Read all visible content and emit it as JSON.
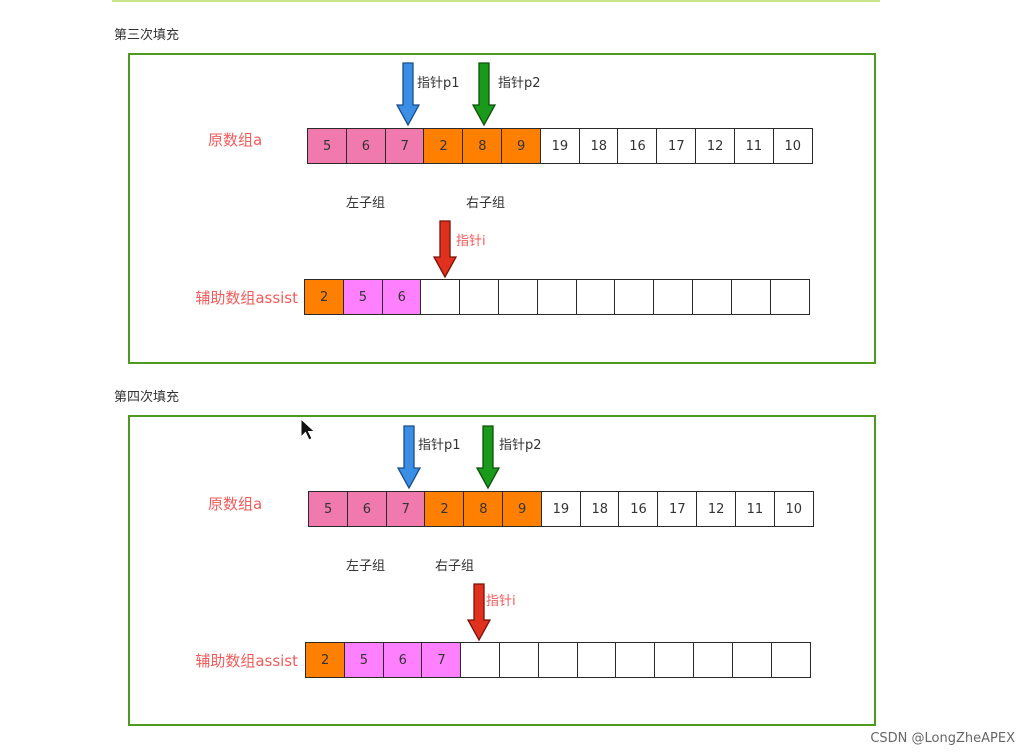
{
  "colors": {
    "left_group": "#f07aae",
    "right_group": "#ff8000",
    "assist_fill": "#ff80ff",
    "empty": "#ffffff",
    "pointer_p1": "#3a8ee6",
    "pointer_p2": "#1a9a1a",
    "pointer_i": "#e0301e",
    "label_red": "#f25a5a",
    "panel_border": "#4e9a1e"
  },
  "panels": [
    {
      "title": "第三次填充",
      "original_label": "原数组a",
      "original_cells": [
        {
          "value": "5",
          "fill": "left_group"
        },
        {
          "value": "6",
          "fill": "left_group"
        },
        {
          "value": "7",
          "fill": "left_group"
        },
        {
          "value": "2",
          "fill": "right_group"
        },
        {
          "value": "8",
          "fill": "right_group"
        },
        {
          "value": "9",
          "fill": "right_group"
        },
        {
          "value": "19",
          "fill": "empty"
        },
        {
          "value": "18",
          "fill": "empty"
        },
        {
          "value": "16",
          "fill": "empty"
        },
        {
          "value": "17",
          "fill": "empty"
        },
        {
          "value": "12",
          "fill": "empty"
        },
        {
          "value": "11",
          "fill": "empty"
        },
        {
          "value": "10",
          "fill": "empty"
        }
      ],
      "left_group_label": "左子组",
      "right_group_label": "右子组",
      "p1": {
        "label": "指针p1",
        "index": 2
      },
      "p2": {
        "label": "指针p2",
        "index": 4
      },
      "assist_label": "辅助数组assist",
      "assist_cells": [
        {
          "value": "2",
          "fill": "right_group"
        },
        {
          "value": "5",
          "fill": "assist_fill"
        },
        {
          "value": "6",
          "fill": "assist_fill"
        },
        {
          "value": "",
          "fill": "empty"
        },
        {
          "value": "",
          "fill": "empty"
        },
        {
          "value": "",
          "fill": "empty"
        },
        {
          "value": "",
          "fill": "empty"
        },
        {
          "value": "",
          "fill": "empty"
        },
        {
          "value": "",
          "fill": "empty"
        },
        {
          "value": "",
          "fill": "empty"
        },
        {
          "value": "",
          "fill": "empty"
        },
        {
          "value": "",
          "fill": "empty"
        },
        {
          "value": "",
          "fill": "empty"
        }
      ],
      "i": {
        "label": "指针i",
        "index": 3
      }
    },
    {
      "title": "第四次填充",
      "original_label": "原数组a",
      "original_cells": [
        {
          "value": "5",
          "fill": "left_group"
        },
        {
          "value": "6",
          "fill": "left_group"
        },
        {
          "value": "7",
          "fill": "left_group"
        },
        {
          "value": "2",
          "fill": "right_group"
        },
        {
          "value": "8",
          "fill": "right_group"
        },
        {
          "value": "9",
          "fill": "right_group"
        },
        {
          "value": "19",
          "fill": "empty"
        },
        {
          "value": "18",
          "fill": "empty"
        },
        {
          "value": "16",
          "fill": "empty"
        },
        {
          "value": "17",
          "fill": "empty"
        },
        {
          "value": "12",
          "fill": "empty"
        },
        {
          "value": "11",
          "fill": "empty"
        },
        {
          "value": "10",
          "fill": "empty"
        }
      ],
      "left_group_label": "左子组",
      "right_group_label": "右子组",
      "p1": {
        "label": "指针p1",
        "index": 2
      },
      "p2": {
        "label": "指针p2",
        "index": 4
      },
      "assist_label": "辅助数组assist",
      "assist_cells": [
        {
          "value": "2",
          "fill": "right_group"
        },
        {
          "value": "5",
          "fill": "assist_fill"
        },
        {
          "value": "6",
          "fill": "assist_fill"
        },
        {
          "value": "7",
          "fill": "assist_fill"
        },
        {
          "value": "",
          "fill": "empty"
        },
        {
          "value": "",
          "fill": "empty"
        },
        {
          "value": "",
          "fill": "empty"
        },
        {
          "value": "",
          "fill": "empty"
        },
        {
          "value": "",
          "fill": "empty"
        },
        {
          "value": "",
          "fill": "empty"
        },
        {
          "value": "",
          "fill": "empty"
        },
        {
          "value": "",
          "fill": "empty"
        },
        {
          "value": "",
          "fill": "empty"
        }
      ],
      "i": {
        "label": "指针i",
        "index": 4
      }
    }
  ],
  "watermark": "CSDN @LongZheAPEX",
  "cursor_icon": "mouse-pointer-icon"
}
